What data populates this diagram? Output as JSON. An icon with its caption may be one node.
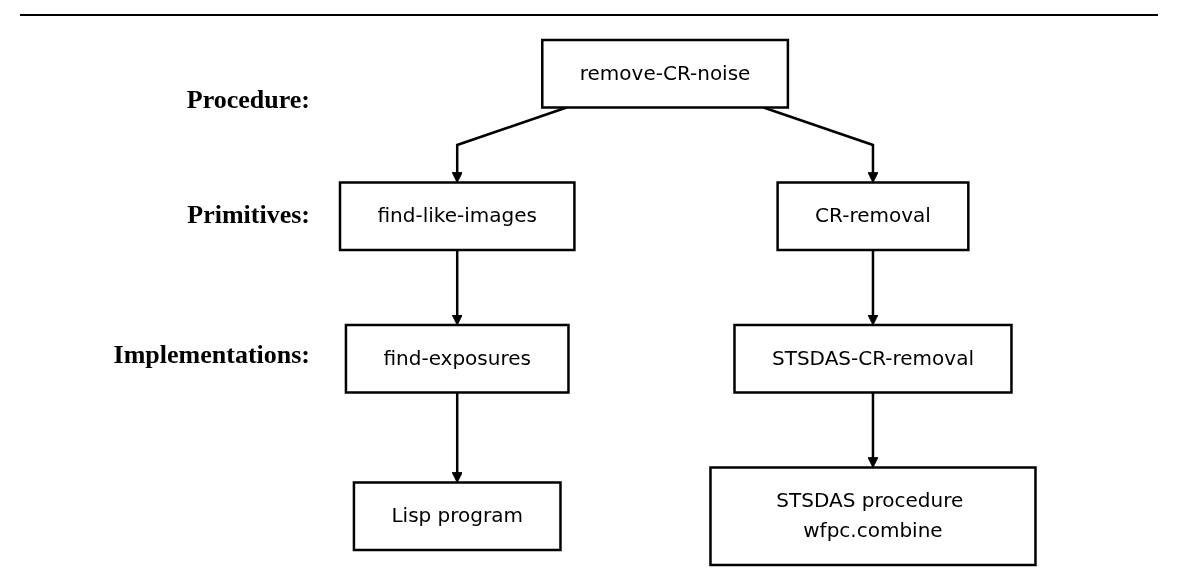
{
  "diagram": {
    "nodes": [
      {
        "text": [
          "remove-CR-noise"
        ]
      },
      {
        "text": [
          "find-like-images"
        ]
      },
      {
        "text": [
          "CR-removal"
        ]
      },
      {
        "text": [
          "find-exposures"
        ]
      },
      {
        "text": [
          "STSDAS-CR-removal"
        ]
      },
      {
        "text": [
          "Lisp program"
        ]
      },
      {
        "text": [
          "STSDAS procedure wfpc.combine"
        ]
      }
    ],
    "edges": [
      {
        "from": 0,
        "to": 1,
        "arrow": "to"
      },
      {
        "from": 0,
        "to": 2,
        "arrow": "to"
      },
      {
        "from": 1,
        "to": 3,
        "arrow": "to"
      },
      {
        "from": 2,
        "to": 4,
        "arrow": "to"
      },
      {
        "from": 3,
        "to": 5,
        "arrow": "to"
      },
      {
        "from": 4,
        "to": 6,
        "arrow": "to"
      }
    ],
    "labels": [
      "Procedure:",
      "Primitives:",
      "Implementations:"
    ]
  }
}
